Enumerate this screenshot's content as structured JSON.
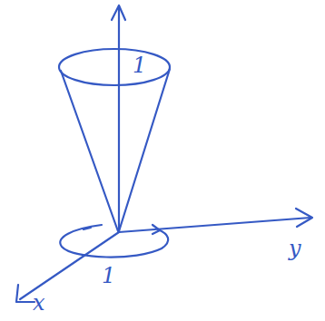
{
  "diagram": {
    "labels": [
      "1",
      "y",
      "1",
      "x"
    ]
  }
}
